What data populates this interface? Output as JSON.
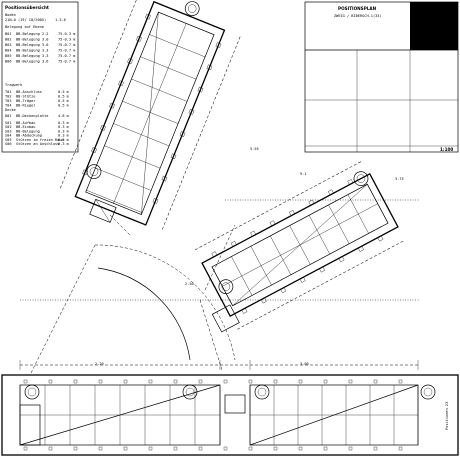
{
  "legend": {
    "title": "Positionsübersicht",
    "zone_label": "Boden",
    "code_label": "21N-0 (19/ 10/2005)",
    "code_tag": "1-3-6",
    "section_1": "Belegung auf Ebene",
    "section_2": "Tragwerk",
    "section_3": "Decke",
    "rows_a": [
      [
        "B01",
        "BB-Belegung 2.2",
        "75-0.3 m"
      ],
      [
        "B02",
        "BB-Belegung 3.0",
        "75-0.3 m"
      ],
      [
        "B03",
        "BB-Belegung 3.0",
        "75-0.7 m"
      ],
      [
        "B04",
        "BB-Belegung 3.3",
        "75-0.7 m"
      ],
      [
        "B05",
        "BB-Belegung 3.3",
        "75-0.7 m"
      ],
      [
        "B06",
        "BB-Belegung 3.6",
        "75-0.7 m"
      ]
    ],
    "rows_b": [
      [
        "T01",
        "BB-Anschluss",
        "0.5 m"
      ],
      [
        "T02",
        "BB-Stütze",
        "0.5 m"
      ],
      [
        "T03",
        "BB-Träger",
        "0.5 m"
      ],
      [
        "T04",
        "BB-Riegel",
        "0.5 m"
      ]
    ],
    "rows_c": [
      [
        "D01",
        "BB-Deckenplatte",
        "4.8 m"
      ]
    ],
    "rows_d": [
      [
        "S01",
        "BB-Aufbau",
        "0.3 m"
      ],
      [
        "S02",
        "BB-Einbau",
        "0.3 m"
      ],
      [
        "S03",
        "BB-Belegung",
        "0.3 m"
      ],
      [
        "S04",
        "BB-Abdeckung",
        "0.3 m"
      ],
      [
        "S05",
        "Stützen im freien Raum",
        "0.3 m"
      ],
      [
        "S06",
        "Stützen an Anschluss",
        "0.3 m"
      ]
    ]
  },
  "title_block": {
    "plan_title": "POSITIONSPLAN",
    "project": "ZWEIG / BIBERSCH-1(33)",
    "scale": "1:100",
    "color_fill": "#000000"
  },
  "labels": {
    "vertical_note": "Positionen 23",
    "dim_a": "2.20",
    "dim_b": "3.00",
    "dim_c": "5.55",
    "dim_d": "3.75",
    "dim_e": "2.50",
    "dim_f": "9.1"
  }
}
